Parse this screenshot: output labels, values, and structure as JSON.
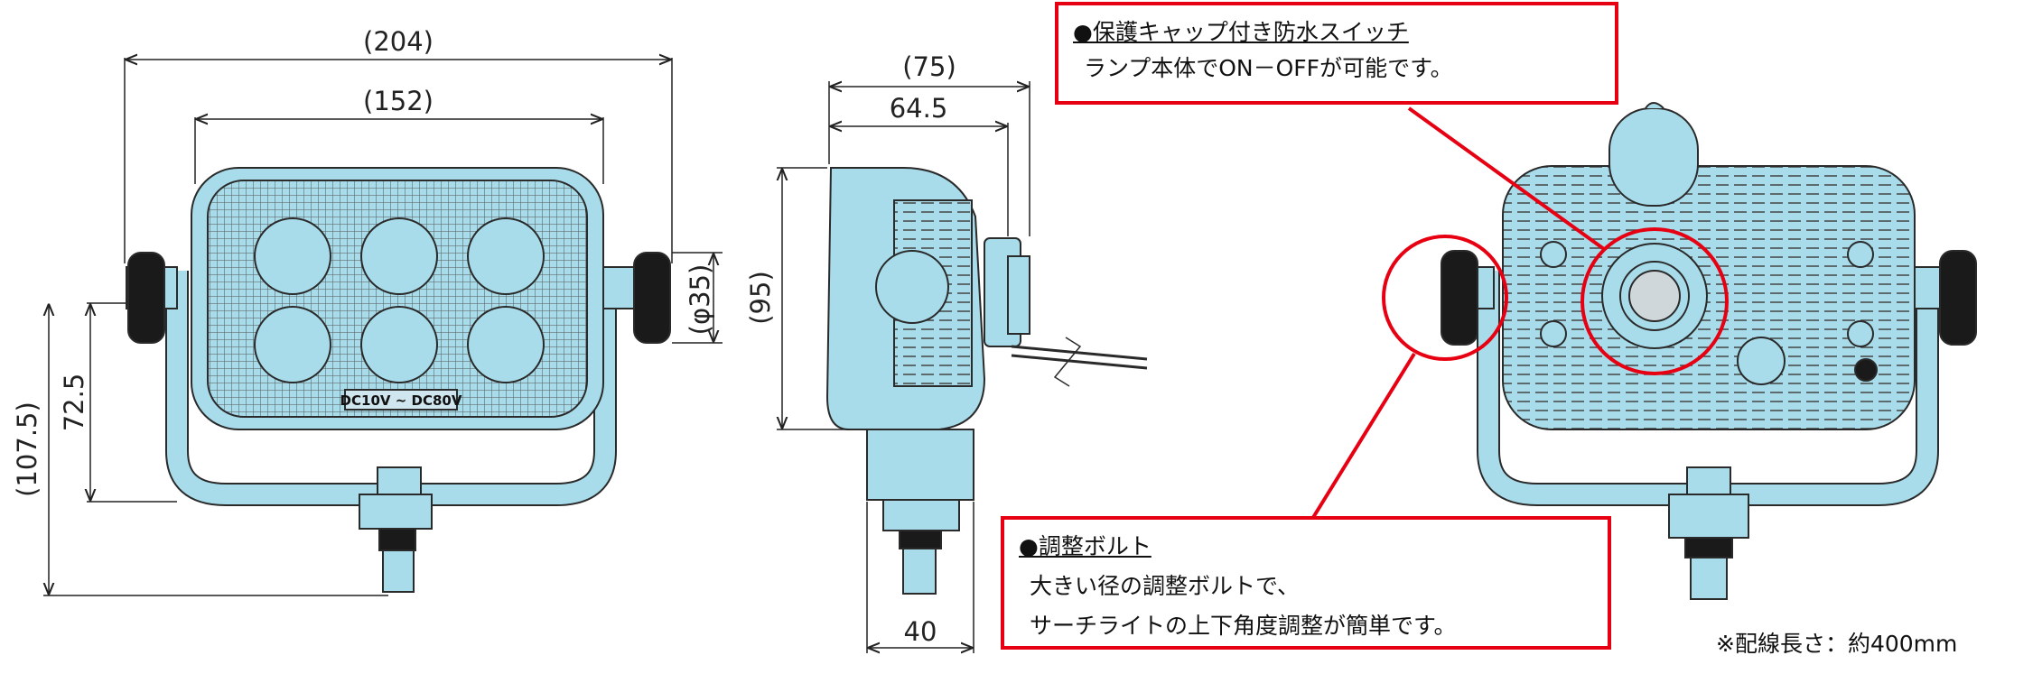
{
  "dimensions": {
    "overall_width": "(204)",
    "lens_width": "(152)",
    "knob_diameter": "(φ35)",
    "bracket_height": "72.5",
    "total_height": "(107.5)",
    "side_depth_overall": "(75)",
    "side_depth_body": "64.5",
    "side_height": "(95)",
    "base_width": "40"
  },
  "front_label": "DC10V ~ DC80V",
  "callouts": {
    "switch": {
      "title": "●保護キャップ付き防水スイッチ",
      "lines": [
        "ランプ本体でON－OFFが可能です。"
      ]
    },
    "bolt": {
      "title": "●調整ボルト",
      "lines": [
        "大きい径の調整ボルトで、",
        "サーチライトの上下角度調整が簡単です。"
      ]
    }
  },
  "note": "※配線長さ：約400mm",
  "colors": {
    "body": "#a8dcea",
    "outline": "#2a2a2a",
    "knob": "#1a1a1a",
    "callout": "#e60012",
    "lens_face": "#cfd7da"
  }
}
